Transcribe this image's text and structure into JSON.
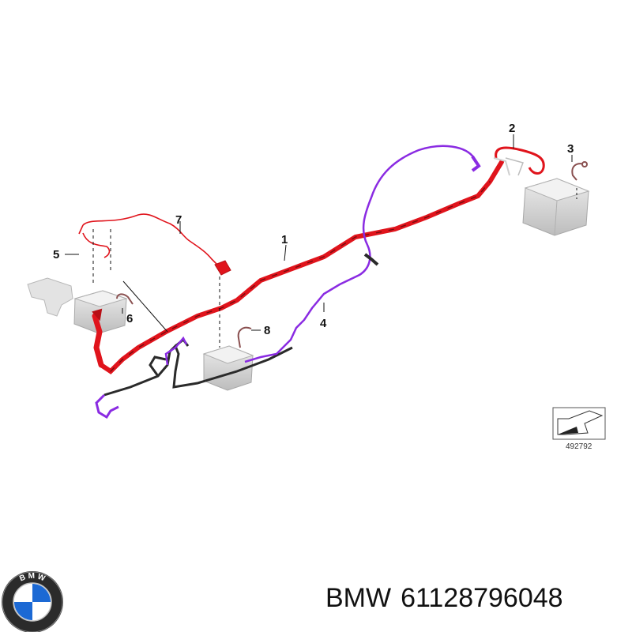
{
  "callouts": [
    "1",
    "2",
    "3",
    "4",
    "5",
    "6",
    "7",
    "8"
  ],
  "reference_number": "492792",
  "brand": "BMW",
  "part_number": "61128796048",
  "logo_text": "B M W",
  "colors": {
    "positive_cable": "#e0141c",
    "negative_cable": "#8a2be2",
    "harness": "#2a2a2a",
    "battery": "#d6d6d6",
    "logo_blue": "#1c69d4"
  },
  "icons": [
    "battery-icon",
    "view-direction-icon",
    "bmw-roundel-icon"
  ]
}
